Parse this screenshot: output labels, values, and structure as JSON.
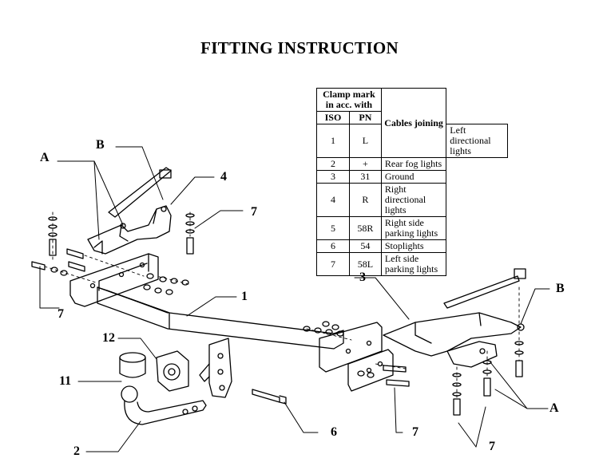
{
  "title": "FITTING INSTRUCTION",
  "table": {
    "header_clamp": "Clamp mark in acc. with",
    "header_iso": "ISO",
    "header_pn": "PN",
    "header_cables": "Cables joining",
    "rows": [
      {
        "iso": "1",
        "pn": "L",
        "cable": "Left directional lights"
      },
      {
        "iso": "2",
        "pn": "+",
        "cable": "Rear fog lights"
      },
      {
        "iso": "3",
        "pn": "31",
        "cable": "Ground"
      },
      {
        "iso": "4",
        "pn": "R",
        "cable": "Right directional lights"
      },
      {
        "iso": "5",
        "pn": "58R",
        "cable": "Right side parking lights"
      },
      {
        "iso": "6",
        "pn": "54",
        "cable": "Stoplights"
      },
      {
        "iso": "7",
        "pn": "58L",
        "cable": "Left side parking lights"
      }
    ]
  },
  "callouts": {
    "A_left": "A",
    "B_left": "B",
    "n4": "4",
    "n7_top": "7",
    "n7_left": "7",
    "n1": "1",
    "n3": "3",
    "B_right": "B",
    "n12": "12",
    "n11": "11",
    "n2": "2",
    "n6": "6",
    "n7_mid": "7",
    "A_right": "A",
    "n7_bottom": "7"
  }
}
